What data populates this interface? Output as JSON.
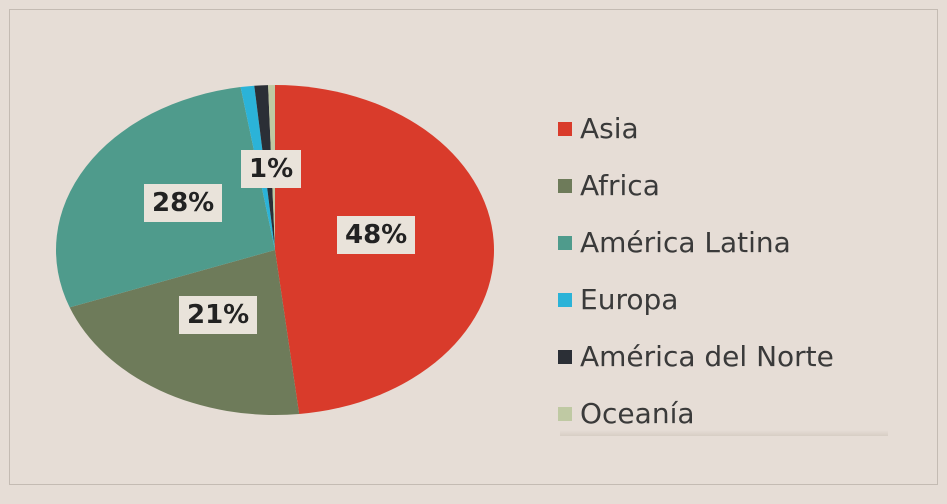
{
  "chart_data": {
    "type": "pie",
    "title": "",
    "slices": [
      {
        "label": "Asia",
        "value": 48,
        "value_label": "48%",
        "color": "#d93b2b"
      },
      {
        "label": "Africa",
        "value": 21,
        "value_label": "21%",
        "color": "#6e7b5a"
      },
      {
        "label": "América Latina",
        "value": 28,
        "value_label": "28%",
        "color": "#4f9b8c"
      },
      {
        "label": "Europa",
        "value": 1,
        "value_label": "1%",
        "color": "#2bb3d8"
      },
      {
        "label": "América del Norte",
        "value": 1,
        "value_label": "",
        "color": "#2b2f36"
      },
      {
        "label": "Oceanía",
        "value": 0.5,
        "value_label": "",
        "color": "#bfc9a3"
      }
    ],
    "legend_position": "right"
  }
}
